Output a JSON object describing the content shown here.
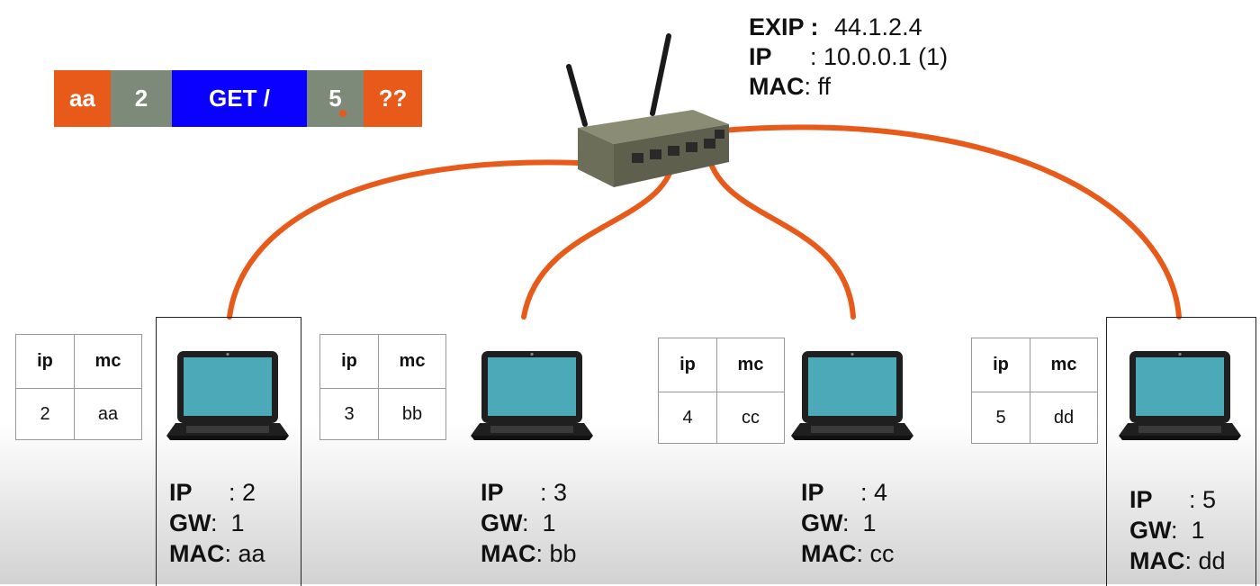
{
  "router": {
    "exip_label": "EXIP :",
    "exip_value": "44.1.2.4",
    "ip_label": "IP",
    "ip_value": ": 10.0.0.1 (1)",
    "mac_label": "MAC",
    "mac_value": ": ff"
  },
  "packet": {
    "fields": [
      {
        "text": "aa",
        "color": "#e85a1a"
      },
      {
        "text": "2",
        "color": "#7d8a7a"
      },
      {
        "text": "GET /",
        "color": "#0a00ff"
      },
      {
        "text": "5",
        "color": "#7d8a7a"
      },
      {
        "text": "??",
        "color": "#e85a1a"
      }
    ]
  },
  "arp_tables": [
    {
      "h_ip": "ip",
      "h_mc": "mc",
      "ip": "2",
      "mc": "aa"
    },
    {
      "h_ip": "ip",
      "h_mc": "mc",
      "ip": "3",
      "mc": "bb"
    },
    {
      "h_ip": "ip",
      "h_mc": "mc",
      "ip": "4",
      "mc": "cc"
    },
    {
      "h_ip": "ip",
      "h_mc": "mc",
      "ip": "5",
      "mc": "dd"
    }
  ],
  "hosts": [
    {
      "ip_label": "IP",
      "ip_value": ": 2",
      "gw_label": "GW",
      "gw_value": ":  1",
      "mac_label": "MAC",
      "mac_value": ": aa"
    },
    {
      "ip_label": "IP",
      "ip_value": ": 3",
      "gw_label": "GW",
      "gw_value": ":  1",
      "mac_label": "MAC",
      "mac_value": ": bb"
    },
    {
      "ip_label": "IP",
      "ip_value": ": 4",
      "gw_label": "GW",
      "gw_value": ":  1",
      "mac_label": "MAC",
      "mac_value": ": cc"
    },
    {
      "ip_label": "IP",
      "ip_value": ": 5",
      "gw_label": "GW",
      "gw_value": ":  1",
      "mac_label": "MAC",
      "mac_value": ": dd"
    }
  ],
  "colors": {
    "cable": "#e85a1a",
    "laptop_screen": "#4ba9b8",
    "laptop_body": "#1f1f1f"
  }
}
